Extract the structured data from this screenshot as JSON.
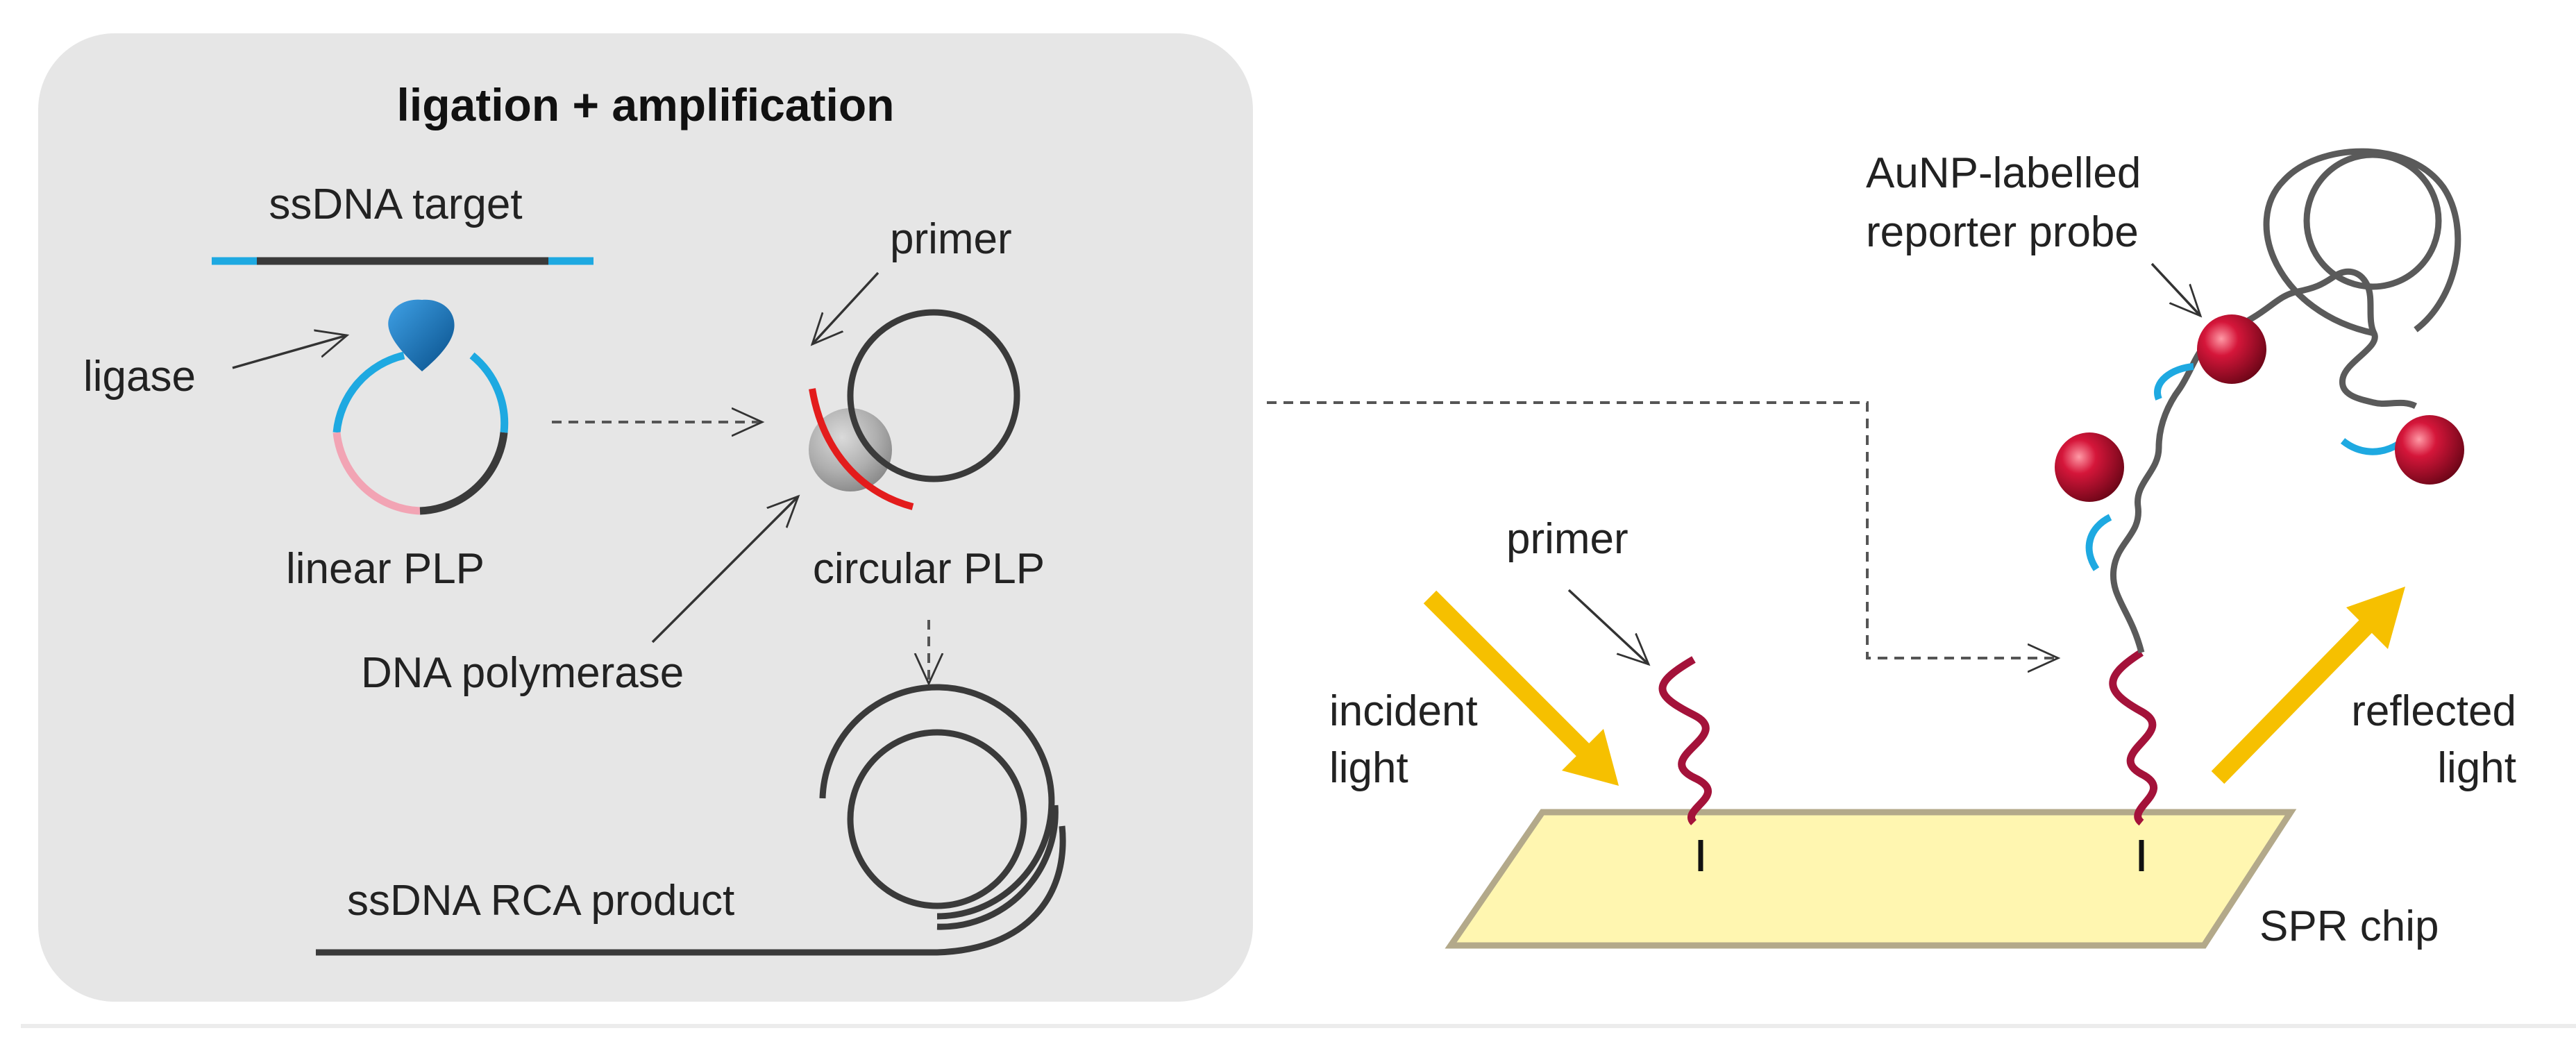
{
  "panel": {
    "title": "ligation + amplification",
    "labels": {
      "ssdna_target": "ssDNA target",
      "ligase": "ligase",
      "linear_plp": "linear PLP",
      "primer": "primer",
      "circular_plp": "circular PLP",
      "dna_polymerase": "DNA polymerase",
      "rca_product": "ssDNA RCA product"
    }
  },
  "detection": {
    "labels": {
      "reporter_line1": "AuNP-labelled",
      "reporter_line2": "reporter probe",
      "primer": "primer",
      "incident_line1": "incident",
      "incident_line2": "light",
      "reflected_line1": "reflected",
      "reflected_line2": "light",
      "spr_chip": "SPR chip"
    }
  },
  "colors": {
    "panel_bg": "#e6e6e6",
    "dna_dark": "#3a3a3a",
    "dna_blue": "#1ea9e1",
    "dna_pink": "#f2a4b4",
    "primer_red": "#e31c1c",
    "primer_crimson": "#a4123a",
    "gold_nanoparticle": "#c8102e",
    "light_arrow": "#f6c000",
    "chip_fill": "#fff6b0",
    "chip_edge": "#b3a98a",
    "ligase_blue": "#0d6fb8"
  }
}
